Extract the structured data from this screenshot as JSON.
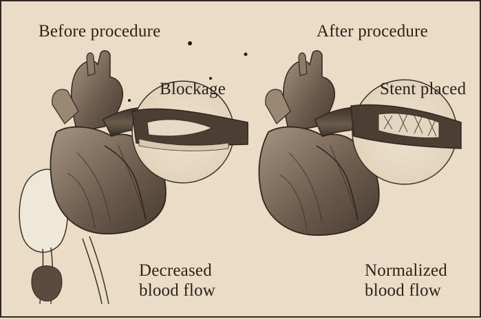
{
  "panels": {
    "before": {
      "heading": "Before procedure",
      "callout": "Blockage",
      "caption_line1": "Decreased",
      "caption_line2": "blood flow"
    },
    "after": {
      "heading": "After procedure",
      "callout": "Stent placed",
      "caption_line1": "Normalized",
      "caption_line2": "blood flow"
    }
  },
  "colors": {
    "paper": "#eadcc5",
    "ink": "#2a221b",
    "heart_dark": "#5a4a3d",
    "heart_mid": "#8b7a69"
  }
}
